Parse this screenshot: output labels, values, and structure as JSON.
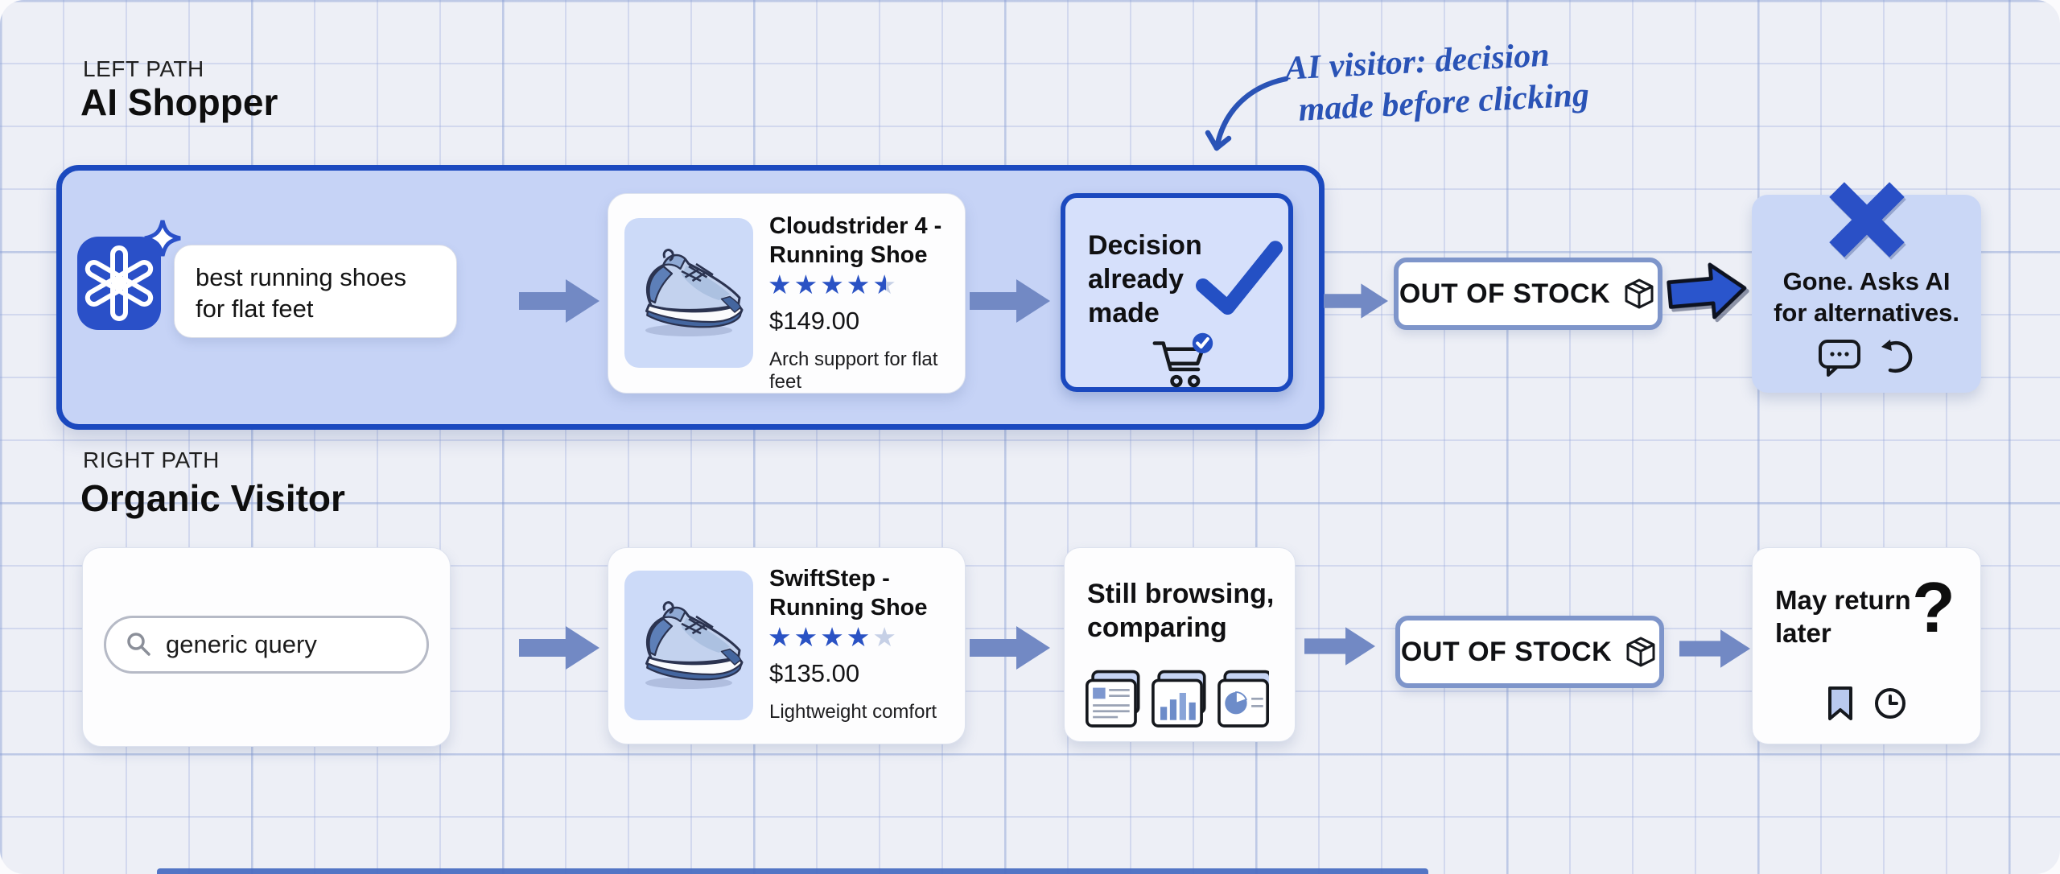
{
  "annotation": {
    "line1": "AI visitor: decision",
    "line2": "made before clicking"
  },
  "left_path": {
    "kicker": "LEFT PATH",
    "title": "AI Shopper",
    "query": "best running shoes for flat feet",
    "product": {
      "name": "Cloudstrider 4 - Running Shoe",
      "rating": 4.5,
      "price": "$149.00",
      "feature": "Arch support for flat feet"
    },
    "decision_label": "Decision already made",
    "stock_label": "OUT OF STOCK",
    "outcome_label": "Gone. Asks AI for alternatives."
  },
  "right_path": {
    "kicker": "RIGHT PATH",
    "title": "Organic Visitor",
    "query": "generic query",
    "product": {
      "name": "SwiftStep - Running Shoe",
      "rating": 4,
      "price": "$135.00",
      "feature": "Lightweight comfort"
    },
    "state_label": "Still browsing, comparing",
    "stock_label": "OUT OF STOCK",
    "outcome_label": "May return later",
    "outcome_mark": "?"
  },
  "icons": {
    "openai_logo": "pinwheel-knot-on-blue-tile",
    "sparkle": "four-point-star",
    "flow_arrow": "solid-right-arrow",
    "bold_arrow": "outlined-right-arrow",
    "annotation_arrow": "curved-hand-arrow",
    "checkmark": "check",
    "cart_check": "cart-with-check-badge",
    "package": "shipping-box",
    "cross": "x-mark",
    "chat": "speech-bubble-ellipsis",
    "undo": "return-arrow",
    "compare_cards": [
      "doc-card",
      "bar-chart-card",
      "pie-chart-card"
    ],
    "bookmark": "bookmark",
    "clock": "clock",
    "search": "magnifier",
    "shoe": "sneaker-illustration"
  },
  "colors": {
    "background": "#edeff6",
    "grid_line": "#b9c6e4",
    "container_fill": "#c6d3f6",
    "container_border": "#1b49bf",
    "accent_blue": "#2450c4",
    "arrow_slate": "#7289c4",
    "card_white": "#fdfdfe",
    "star_full": "#2a52c4",
    "star_empty": "#c6d0e6",
    "handwriting": "#2a53b6",
    "text_dark": "#111111"
  }
}
